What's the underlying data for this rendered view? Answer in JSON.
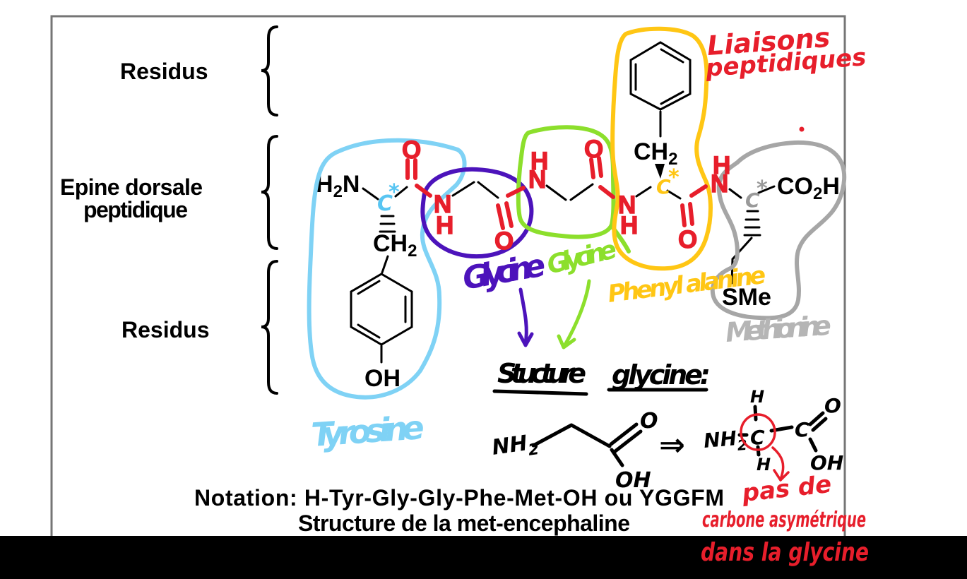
{
  "colors": {
    "red": "#e71e2b",
    "purple": "#4c13bb",
    "green": "#8cdf2c",
    "yellow": "#ffc614",
    "light_blue": "#7fd2f5",
    "gray_outline": "#a6a6a6",
    "gray_text": "#b5b5b5",
    "border_gray": "#757575",
    "black": "#000000"
  },
  "left_labels": {
    "residus_top": "Residus",
    "epine_line1": "Epine dorsale",
    "epine_line2": "peptidique",
    "residus_bottom": "Residus"
  },
  "molecule": {
    "h2n": {
      "h": "H",
      "sub": "2",
      "n": "N"
    },
    "alpha_c": "C",
    "asterisk": "*",
    "o": "O",
    "n": "N",
    "h": "H",
    "ch2": {
      "main": "CH",
      "sub": "2"
    },
    "oh": "OH",
    "co2h": {
      "c": "CO",
      "sub": "2",
      "h": "H"
    },
    "sme": "SMe"
  },
  "residue_labels": {
    "tyrosine": {
      "text": "Tyrosine",
      "color": "#7fd2f5"
    },
    "glycine1": {
      "text": "Glycine",
      "color": "#4c13bb"
    },
    "glycine2": {
      "text": "Glycine",
      "color": "#8cdf2c"
    },
    "phenylalanine": {
      "text": "Phenyl alanine",
      "color": "#ffc614"
    },
    "methionine": {
      "text": "Methionine",
      "color": "#b5b5b5"
    }
  },
  "annotations": {
    "liaisons_line1": "Liaisons",
    "liaisons_line2": "peptidiques",
    "structure_word1": "Stucture",
    "structure_word2": "glycine:",
    "implies": "⇒",
    "note_line1": "pas de",
    "note_line2": "carbone asymétrique",
    "note_line3": "dans la glycine"
  },
  "glycine_sketch": {
    "nh2": {
      "main": "NH",
      "sub": "2"
    },
    "c": "C",
    "h": "H",
    "o": "O",
    "oh": "OH"
  },
  "notation": {
    "line1": "Notation: H-Tyr-Gly-Gly-Phe-Met-OH ou YGGFM",
    "line2": "Structure de la met-encephaline"
  }
}
